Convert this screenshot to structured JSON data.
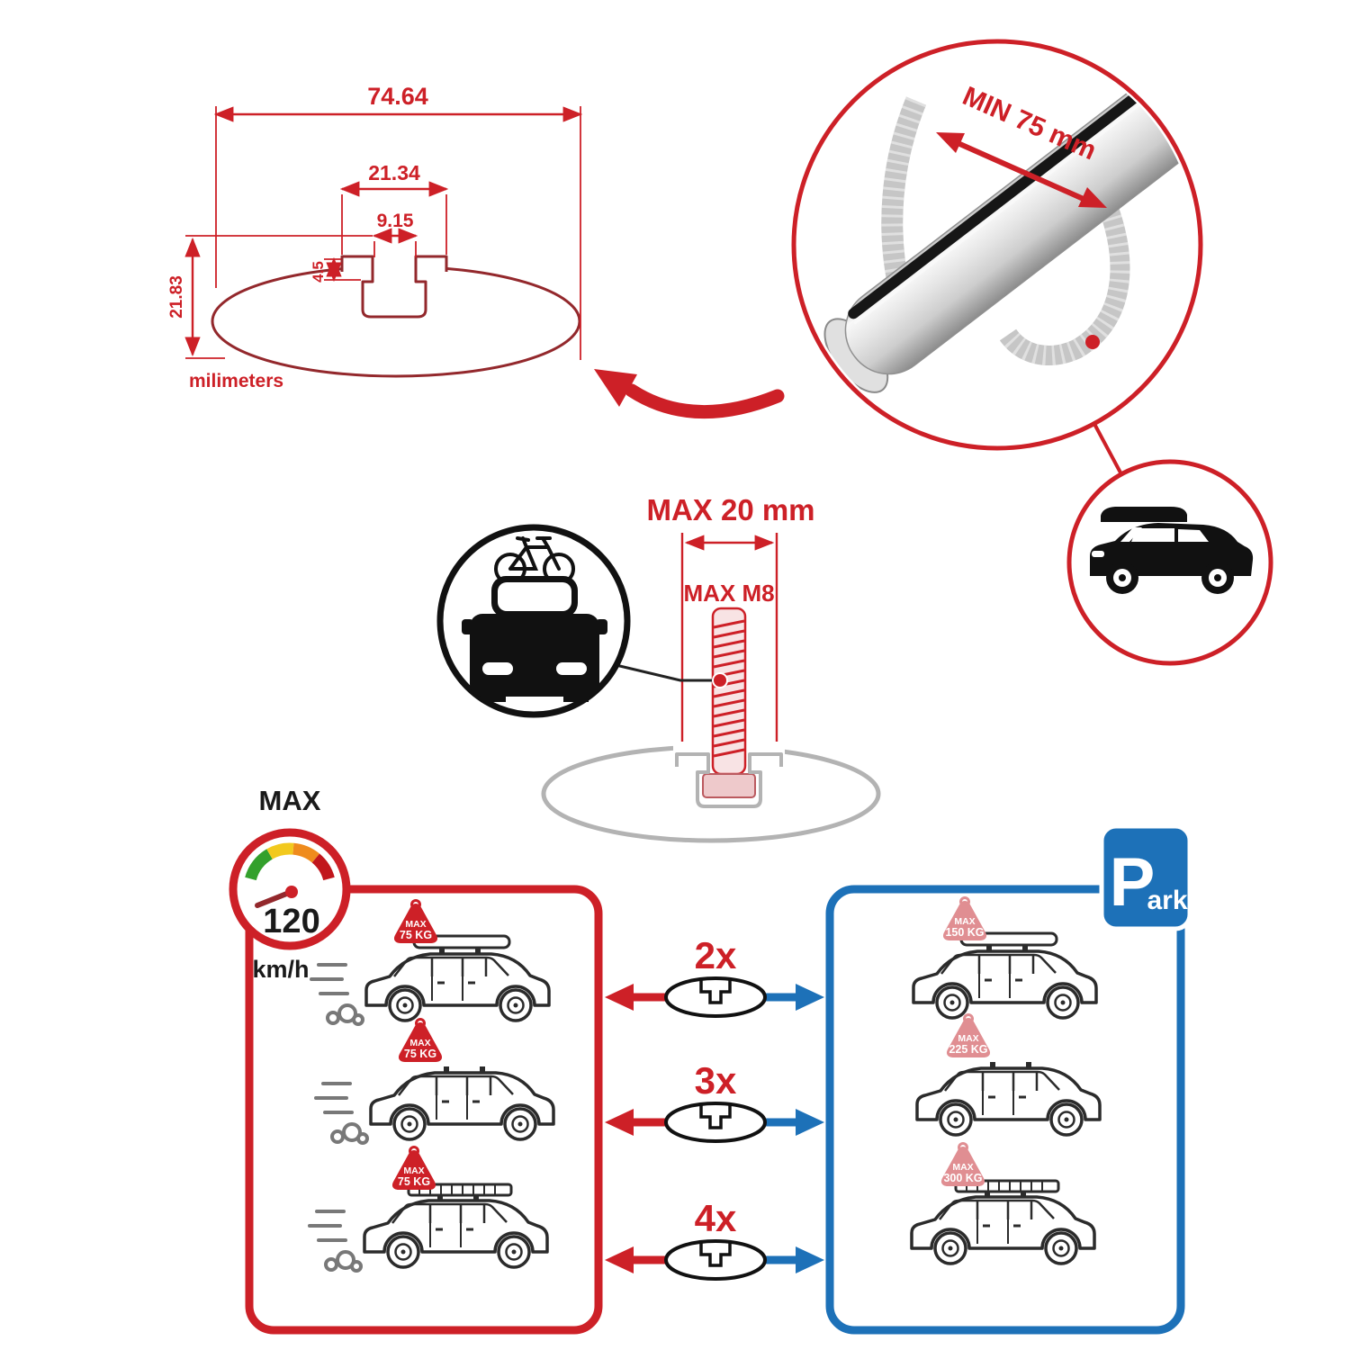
{
  "colors": {
    "red": "#cd2027",
    "dark_red": "#93282c",
    "blue": "#1d71b8",
    "black": "#1a1a1a",
    "gray_profile": "#b3b3b3",
    "silver": "#d9d9d9",
    "gauge_green": "#33a02c",
    "gauge_yellow": "#f2c91e",
    "gauge_orange": "#ef8b1d",
    "gauge_red": "#c1161c",
    "tag_red": "#cd2027",
    "tag_light_red": "#e08e92"
  },
  "cross_section": {
    "total_width": "74.64",
    "channel_width": "21.34",
    "slot_width": "9.15",
    "lip_height": "4.5",
    "total_height": "21.83",
    "units_label": "milimeters"
  },
  "bar_detail": {
    "min_span_label": "MIN 75 mm"
  },
  "bolt": {
    "max_length_label": "MAX 20 mm",
    "max_thread_label": "MAX M8"
  },
  "speed": {
    "max_label": "MAX",
    "value": "120",
    "unit": "km/h"
  },
  "park_sign": {
    "p": "P",
    "ark": "ark"
  },
  "rows": [
    {
      "count": "2x",
      "driving_tag": {
        "max": "MAX",
        "weight": "75 KG"
      },
      "parked_tag": {
        "max": "MAX",
        "weight": "150 KG"
      }
    },
    {
      "count": "3x",
      "driving_tag": {
        "max": "MAX",
        "weight": "75 KG"
      },
      "parked_tag": {
        "max": "MAX",
        "weight": "225 KG"
      }
    },
    {
      "count": "4x",
      "driving_tag": {
        "max": "MAX",
        "weight": "75 KG"
      },
      "parked_tag": {
        "max": "MAX",
        "weight": "300 KG"
      }
    }
  ]
}
